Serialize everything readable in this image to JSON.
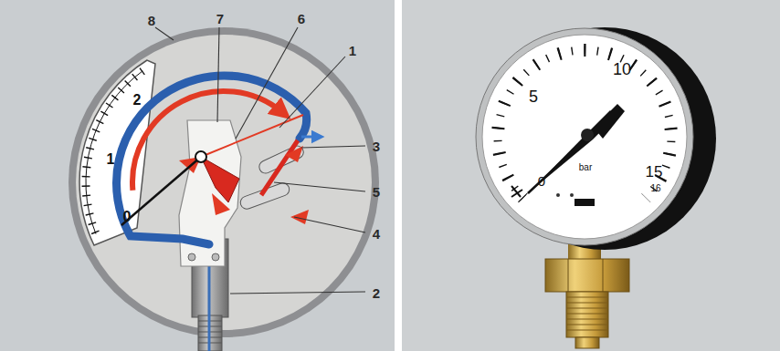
{
  "diagram": {
    "labels": [
      "8",
      "7",
      "6",
      "1",
      "3",
      "5",
      "4",
      "2",
      "2",
      "1",
      "0",
      "5",
      "10",
      "0",
      "bar",
      "15",
      "16"
    ]
  }
}
